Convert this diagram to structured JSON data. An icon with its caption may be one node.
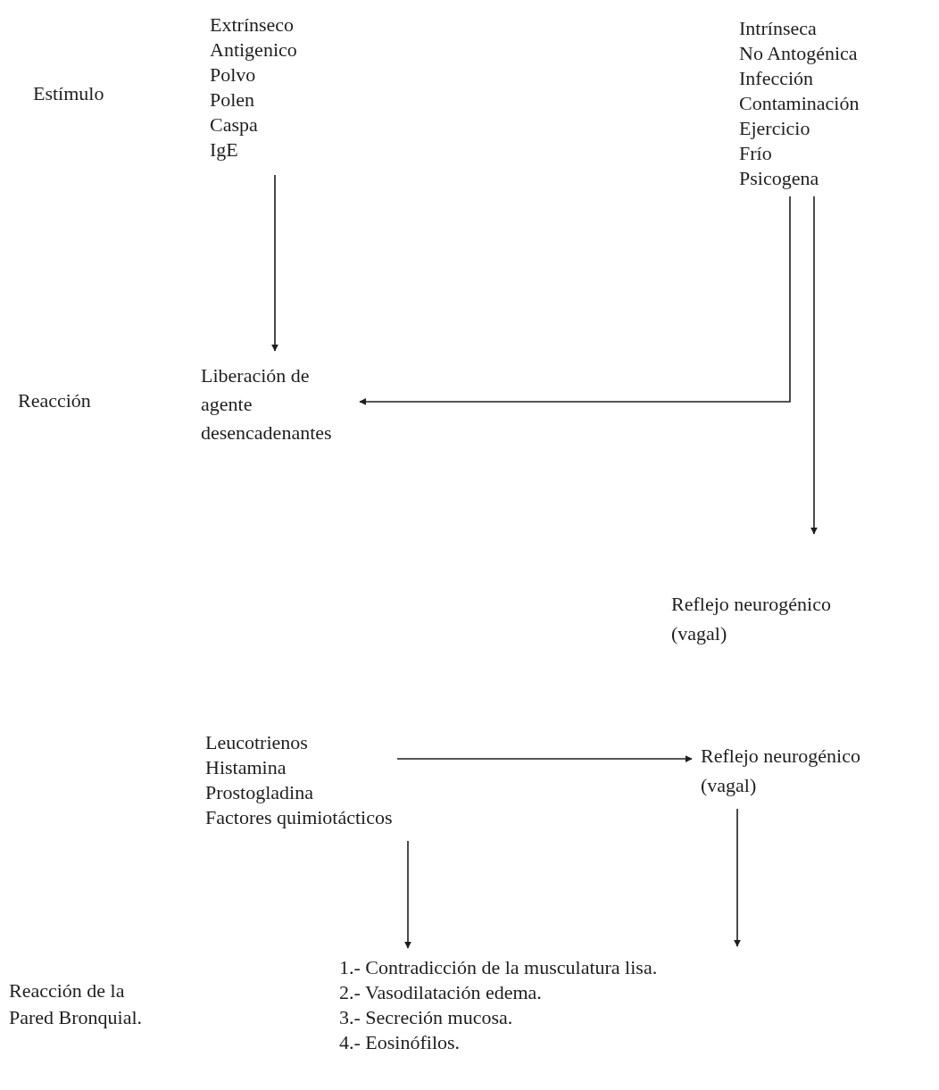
{
  "diagram": {
    "nodes": [
      {
        "text": [
          "Extrínseco",
          "Antigenico",
          "Polvo",
          "Polen",
          "Caspa",
          "IgE"
        ]
      },
      {
        "text": [
          "Intrínseca",
          "No Antogénica",
          "Infección",
          "Contaminación",
          "Ejercicio",
          "Frío",
          "Psicogena"
        ]
      },
      {
        "text": [
          "Liberación de agente desencadenantes"
        ]
      },
      {
        "text": [
          "Reflejo neurogénico (vagal)"
        ]
      },
      {
        "text": [
          "Leucotrienos",
          "Histamina",
          "Prostogladina",
          "Factores quimiotácticos"
        ]
      },
      {
        "text": [
          "Reflejo neurogénico (vagal)"
        ]
      },
      {
        "text": [
          "1.- Contradicción de la musculatura lisa.",
          "2.- Vasodilatación edema.",
          "3.- Secreción mucosa.",
          "4.- Eosinófilos."
        ]
      }
    ],
    "edges": [
      {
        "from": 0,
        "to": 2,
        "arrow": "to"
      },
      {
        "from": 1,
        "to": 2,
        "arrow": "to"
      },
      {
        "from": 1,
        "to": 3,
        "arrow": "to"
      },
      {
        "from": 4,
        "to": 5,
        "arrow": "to"
      },
      {
        "from": 4,
        "to": 6,
        "arrow": "to"
      },
      {
        "from": 5,
        "to": 6,
        "arrow": "to"
      }
    ],
    "labels": [
      "Estímulo",
      "Reacción",
      "Reacción de la Pared Bronquial."
    ]
  }
}
